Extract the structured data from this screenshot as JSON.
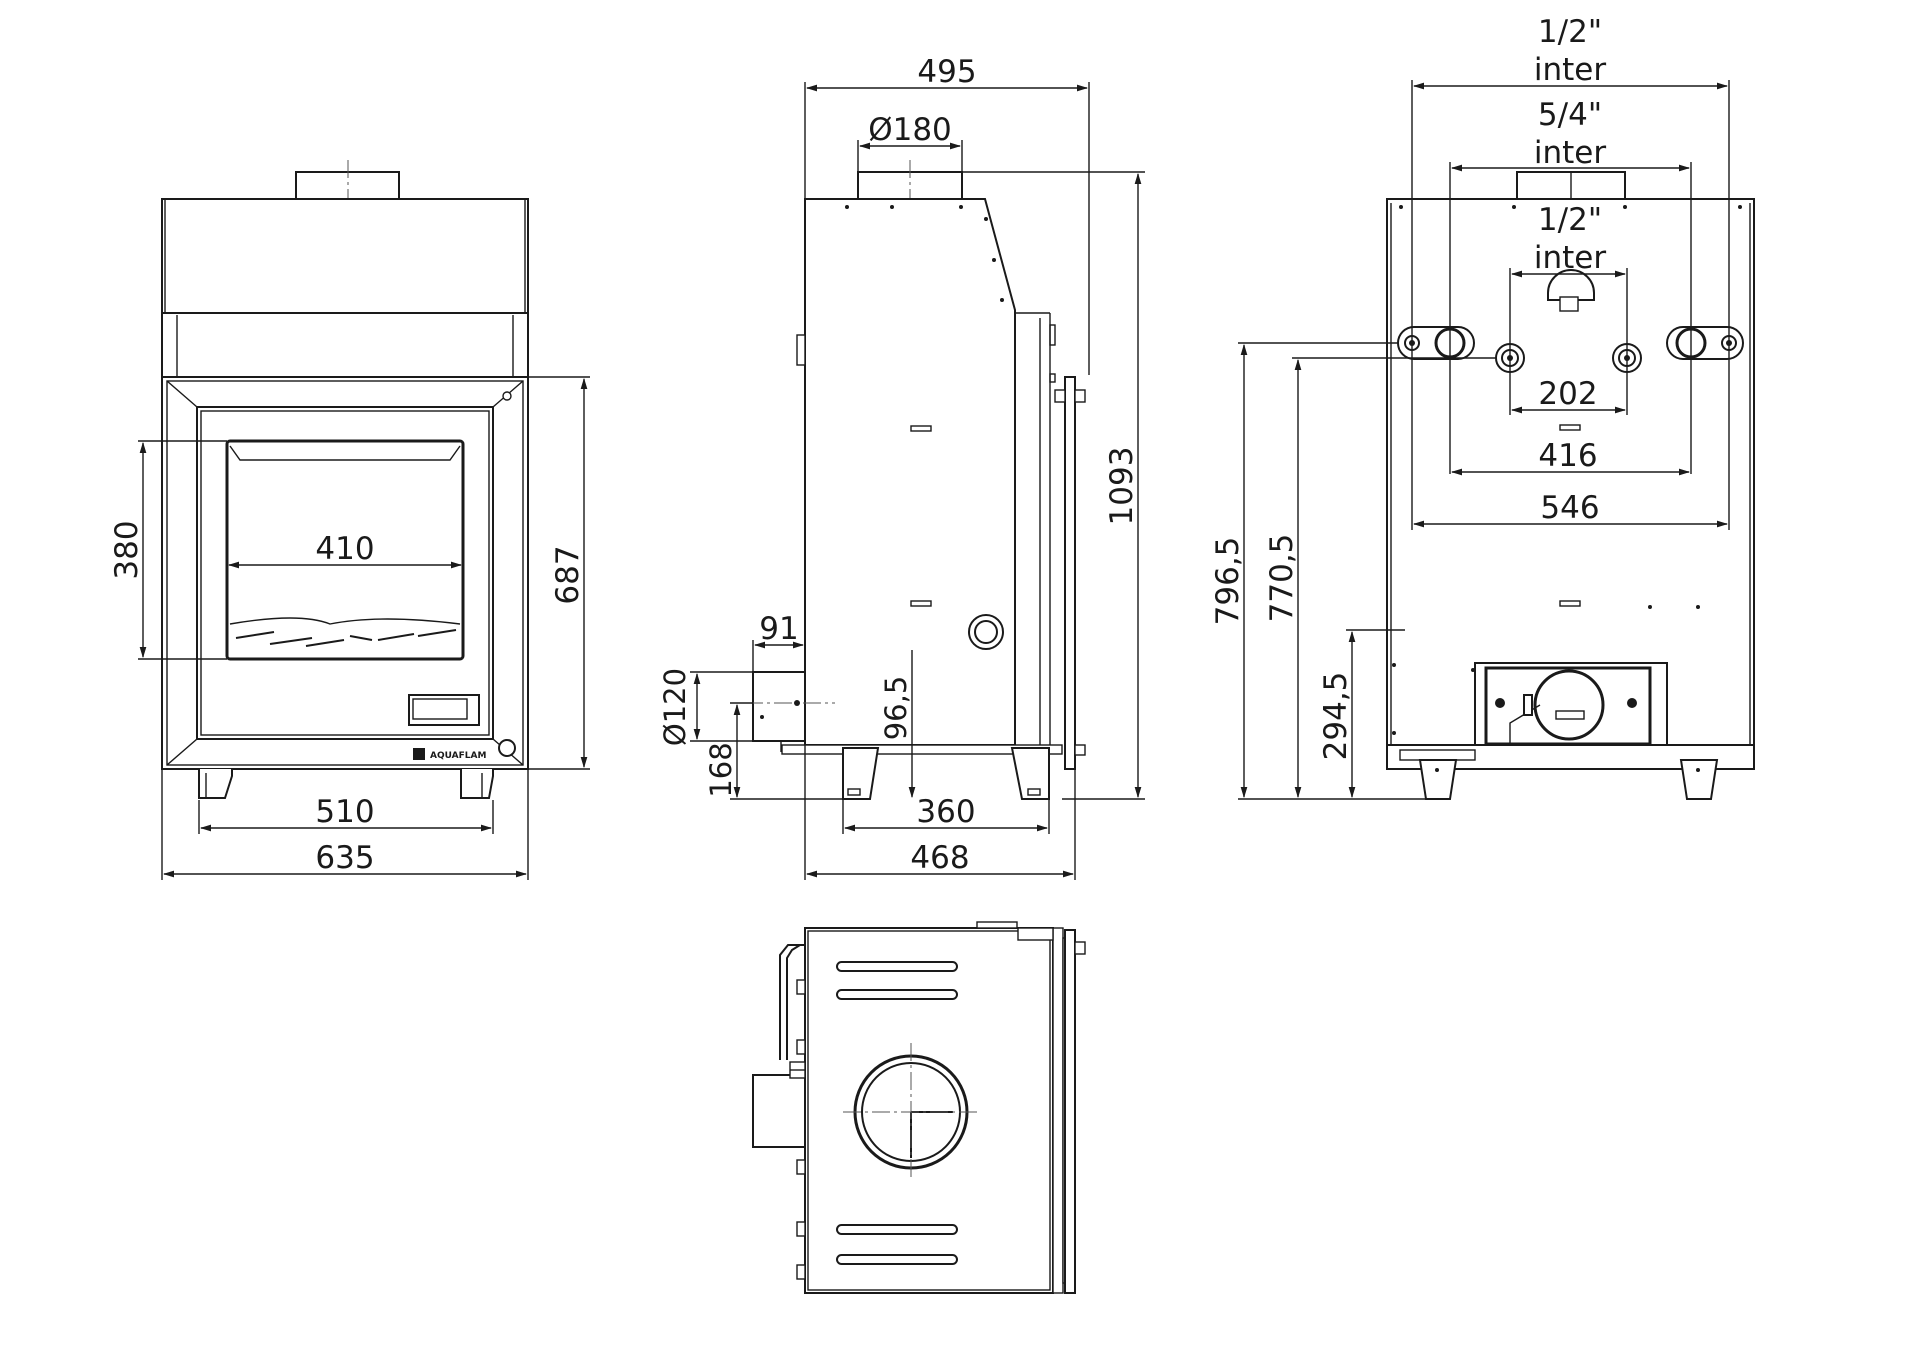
{
  "drawing": {
    "brand_logo": "AQUAFLAM",
    "front_view": {
      "width_total": "635",
      "width_feet": "510",
      "window_width": "410",
      "window_height": "380",
      "front_height": "687"
    },
    "side_view": {
      "depth_top": "495",
      "flue_diameter": "Ø180",
      "height_total": "1093",
      "air_inlet_offset": "91",
      "air_inlet_diameter": "Ø120",
      "air_inlet_height": "168",
      "inlet_center_height": "96,5",
      "feet_depth": "360",
      "base_depth": "468"
    },
    "rear_view": {
      "conn_top_size": "1/2\"",
      "conn_top_type": "inter",
      "conn_mid_size": "5/4\"",
      "conn_mid_type": "inter",
      "conn_inner_size": "1/2\"",
      "conn_inner_type": "inter",
      "spacing_inner": "202",
      "spacing_mid": "416",
      "spacing_outer": "546",
      "height_upper_conn": "796,5",
      "height_lower_conn": "770,5",
      "height_bottom_conn": "294,5"
    }
  }
}
